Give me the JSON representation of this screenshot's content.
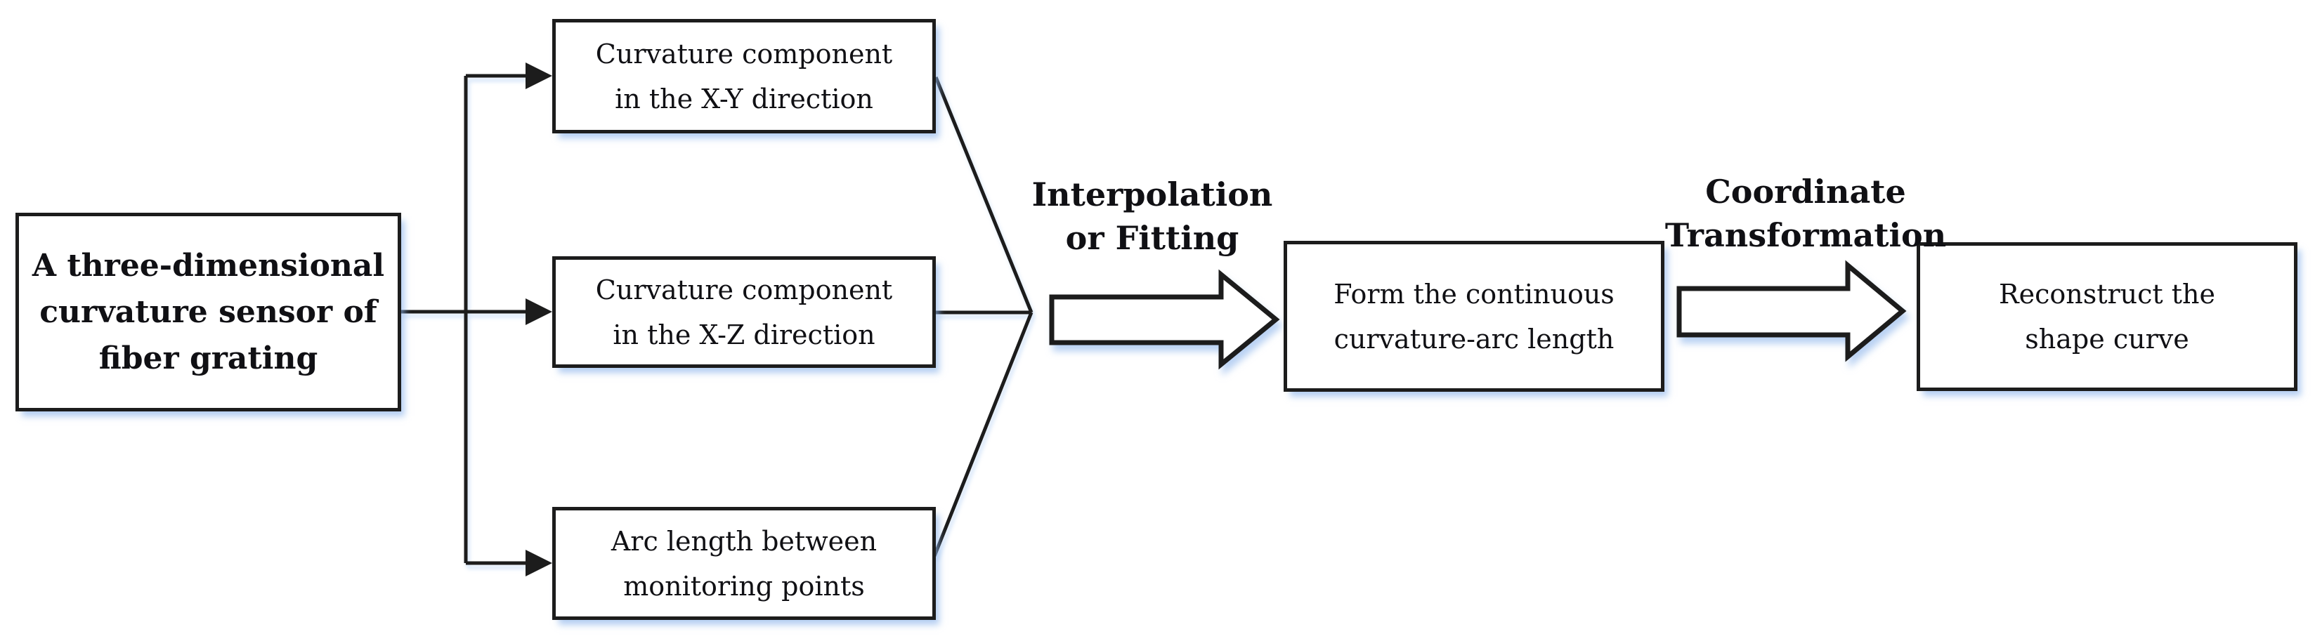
{
  "diagram": {
    "colors": {
      "line": "#1c1c1c",
      "text": "#101014",
      "box_background": "#ffffff",
      "shadow_tint": "rgba(140,180,235,0.65)"
    },
    "nodes": {
      "sensor": {
        "lines": [
          "A three-dimensional",
          "curvature sensor of",
          "fiber grating"
        ]
      },
      "xy": {
        "lines": [
          "Curvature component",
          "in the X-Y direction"
        ]
      },
      "xz": {
        "lines": [
          "Curvature component",
          "in the X-Z direction"
        ]
      },
      "arc": {
        "lines": [
          "Arc length between",
          "monitoring points"
        ]
      },
      "form": {
        "lines": [
          "Form the continuous",
          "curvature-arc length"
        ]
      },
      "reconstruct": {
        "lines": [
          "Reconstruct the",
          "shape curve"
        ]
      }
    },
    "labels": {
      "interpolation": {
        "lines": [
          "Interpolation",
          "or Fitting"
        ]
      },
      "coordinate": {
        "lines": [
          "Coordinate",
          "Transformation"
        ]
      }
    }
  }
}
